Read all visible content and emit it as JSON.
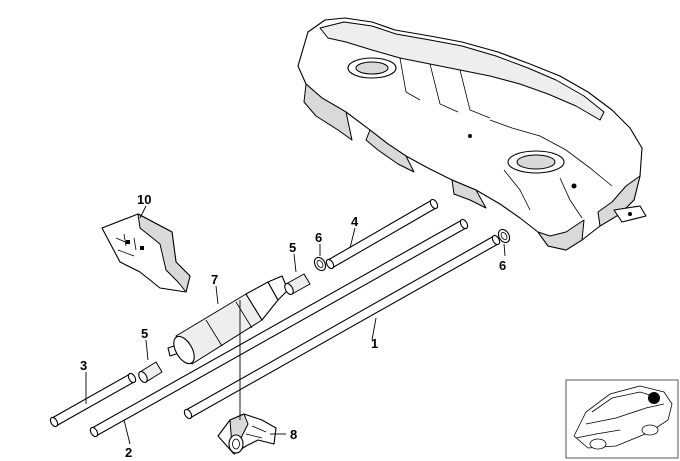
{
  "diagram": {
    "callouts": {
      "fuel_line_long": "1",
      "fuel_line_front": "2",
      "fuel_line_short": "3",
      "fuel_line_upper": "4",
      "hose_left": "5",
      "hose_right": "5",
      "clamp_left": "6",
      "clamp_right": "6",
      "fuel_filter": "7",
      "filter_bracket": "8",
      "heat_shield": "10"
    }
  }
}
